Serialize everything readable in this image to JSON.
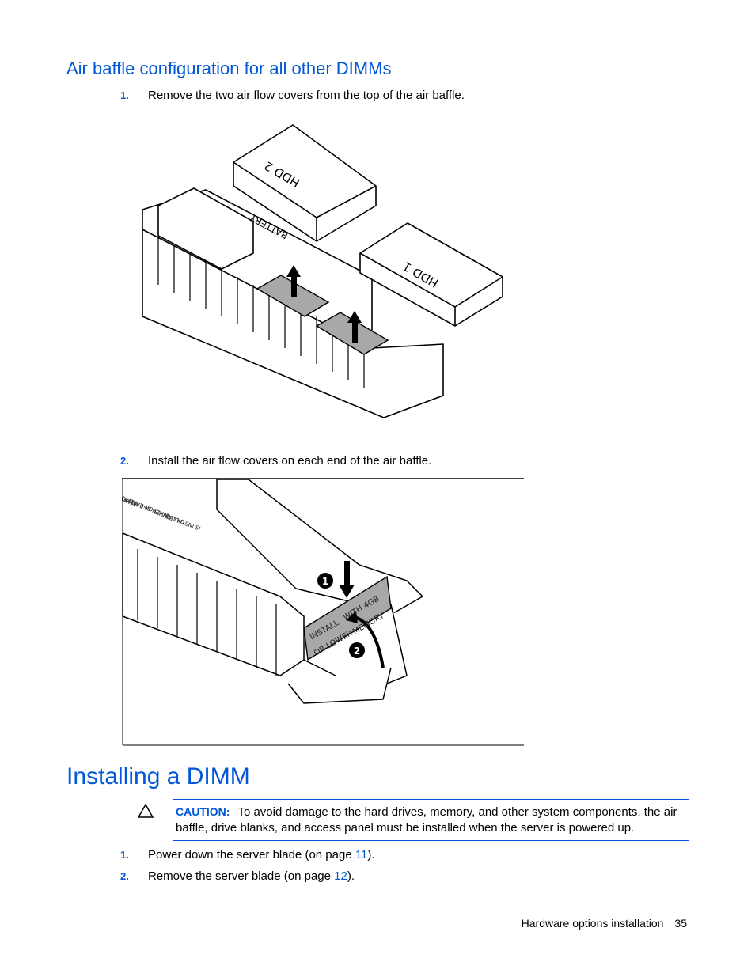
{
  "section": {
    "title": "Air baffle configuration for all other DIMMs",
    "steps": [
      {
        "num": "1.",
        "text": "Remove the two air flow covers from the top of the air baffle."
      },
      {
        "num": "2.",
        "text": "Install the air flow covers on each end of the air baffle."
      }
    ]
  },
  "figure1": {
    "labels": {
      "hdd2": "HDD 2",
      "hdd1": "HDD 1",
      "battery": "BATTERY"
    }
  },
  "figure2": {
    "callouts": [
      "1",
      "2"
    ],
    "cover_text": [
      "INSTALL",
      "WITH 4GB",
      "OR LOWER",
      "MEMORY"
    ],
    "mirrored_text": [
      "REMOVE COVERS",
      "ON EACH END",
      "WHEN 8GB MEMORY",
      "OR LARGER",
      "IS INSTALLED"
    ]
  },
  "installing": {
    "title": "Installing a DIMM",
    "caution_label": "CAUTION:",
    "caution_text": "To avoid damage to the hard drives, memory, and other system components, the air baffle, drive blanks, and access panel must be installed when the server is powered up.",
    "steps": [
      {
        "num": "1.",
        "before": "Power down the server blade (on page ",
        "page": "11",
        "after": ")."
      },
      {
        "num": "2.",
        "before": "Remove the server blade (on page ",
        "page": "12",
        "after": ")."
      }
    ]
  },
  "footer": {
    "section": "Hardware options installation",
    "page": "35"
  }
}
